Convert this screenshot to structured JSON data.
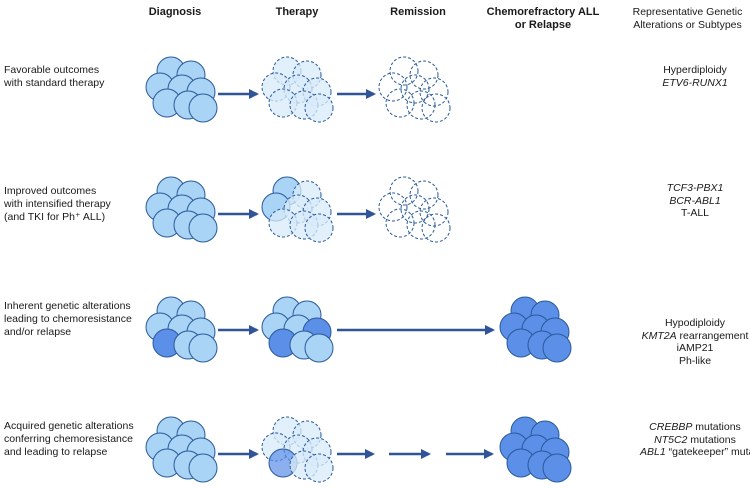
{
  "headers": {
    "diagnosis": "Diagnosis",
    "therapy": "Therapy",
    "remission": "Remission",
    "relapse_line1": "Chemorefractory ALL",
    "relapse_line2": "or Relapse",
    "alterations_line1": "Representative Genetic",
    "alterations_line2": "Alterations or Subtypes"
  },
  "rows": [
    {
      "label": "Favorable outcomes\nwith standard therapy",
      "alterations": [
        {
          "prefix": "",
          "italic": "",
          "suffix": "Hyperdiploidy"
        },
        {
          "prefix": "",
          "italic": "ETV6-RUNX1",
          "suffix": ""
        }
      ]
    },
    {
      "label": "Improved outcomes\nwith intensified therapy\n(and TKI for Ph⁺ ALL)",
      "alterations": [
        {
          "prefix": "",
          "italic": "TCF3-PBX1",
          "suffix": ""
        },
        {
          "prefix": "",
          "italic": "BCR-ABL1",
          "suffix": ""
        },
        {
          "prefix": "",
          "italic": "",
          "suffix": "T-ALL"
        }
      ]
    },
    {
      "label": "Inherent genetic alterations\nleading to chemoresistance\nand/or relapse",
      "alterations": [
        {
          "prefix": "",
          "italic": "",
          "suffix": "Hypodiploidy"
        },
        {
          "prefix": "",
          "italic": "KMT2A",
          "suffix": " rearrangement"
        },
        {
          "prefix": "",
          "italic": "",
          "suffix": "iAMP21"
        },
        {
          "prefix": "",
          "italic": "",
          "suffix": "Ph-like"
        }
      ]
    },
    {
      "label": "Acquired genetic alterations\nconferring chemoresistance\nand leading to relapse",
      "alterations": [
        {
          "prefix": "",
          "italic": "CREBBP",
          "suffix": " mutations"
        },
        {
          "prefix": "",
          "italic": "NT5C2",
          "suffix": " mutations"
        },
        {
          "prefix": "",
          "italic": "ABL1",
          "suffix": " “gatekeeper” mutations"
        }
      ]
    }
  ],
  "colors": {
    "cell_light": "#a9d4f5",
    "cell_stroke": "#2a5a9a",
    "cell_faded": "#d8ebf9",
    "cell_resistant": "#5b8fe8",
    "arrow": "#2f5597"
  }
}
